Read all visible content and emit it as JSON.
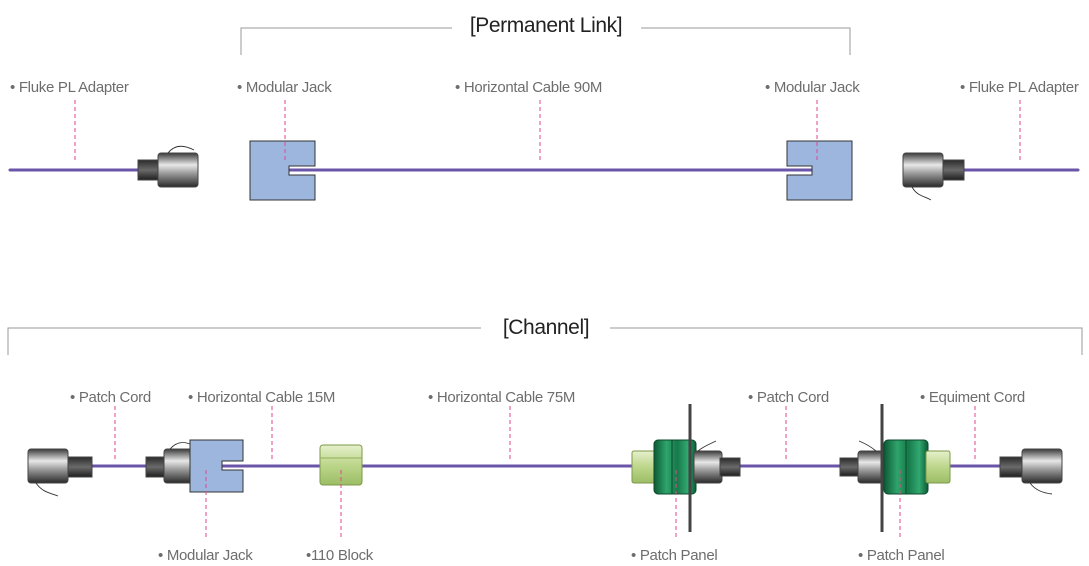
{
  "titles": {
    "permanent_link": "[Permanent Link]",
    "channel": "[Channel]"
  },
  "labels": {
    "pl_left_adapter": "• Fluke PL Adapter",
    "pl_left_jack": "• Modular Jack",
    "pl_cable": "• Horizontal Cable 90M",
    "pl_right_jack": "• Modular Jack",
    "pl_right_adapter": "• Fluke PL Adapter",
    "ch_patch_cord_left": "• Patch Cord",
    "ch_horizontal_15": "• Horizontal Cable 15M",
    "ch_horizontal_75": "• Horizontal Cable 75M",
    "ch_patch_cord_mid": "• Patch Cord",
    "ch_equipment_cord": "• Equiment Cord",
    "ch_modular_jack": "• Modular Jack",
    "ch_110_block": "•110 Block",
    "ch_patch_panel_left": "• Patch Panel",
    "ch_patch_panel_right": "• Patch Panel"
  },
  "colors": {
    "cable": "#6b55a8",
    "leader": "#e0478f",
    "jack": "#9db6dd",
    "panel": "#1f8a5a",
    "block": "#c5dc97"
  }
}
